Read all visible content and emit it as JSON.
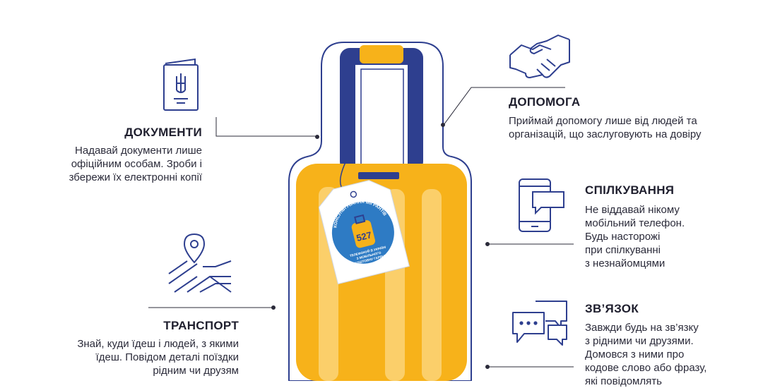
{
  "colors": {
    "navy": "#2e3f8f",
    "yellow": "#f7b21a",
    "yellow_light": "#fbd479",
    "line": "#2b2b3a"
  },
  "sections": {
    "documents": {
      "icon": "passport-icon",
      "title": "ДОКУМЕНТИ",
      "lines": [
        "Надавай документи лише",
        "офіційним особам. Зроби і",
        "збережи їх електронні копії"
      ]
    },
    "help": {
      "icon": "handshake-icon",
      "title": "ДОПОМОГА",
      "lines": [
        "Приймай допомогу лише від людей та",
        "організацій, що заслуговують на довіру"
      ]
    },
    "communication": {
      "icon": "phone-chat-icon",
      "title": "СПІЛКУВАННЯ",
      "lines": [
        "Не віддавай нікому",
        "мобільний телефон.",
        "Будь насторожі",
        "при спілкуванні",
        "з незнайомцями"
      ]
    },
    "transport": {
      "icon": "route-pin-icon",
      "title": "ТРАНСПОРТ",
      "lines": [
        "Знай, куди їдеш і людей, з якими",
        "їдеш. Повідом деталі поїздки",
        "рідним чи друзям"
      ]
    },
    "connection": {
      "icon": "chat-bubbles-icon",
      "title": "ЗВ’ЯЗОК",
      "lines": [
        "Завжди будь на зв’язку",
        "з рідними чи друзями.",
        "Домовся  з ними про",
        "кодове слово або фразу,",
        "які повідомлять"
      ]
    }
  },
  "tag": {
    "arc_text": "КОНСУЛЬТУВАННЯ МІГРАНТІВ",
    "number": "527",
    "lines": [
      "ТЕЛЕФОНУЙ В УКРАЇНІ",
      "З МОБІЛЬНОГО",
      "НА БЕЗКОШТОВНУ ГАРЯЧУ ЛІНІЮ"
    ]
  }
}
